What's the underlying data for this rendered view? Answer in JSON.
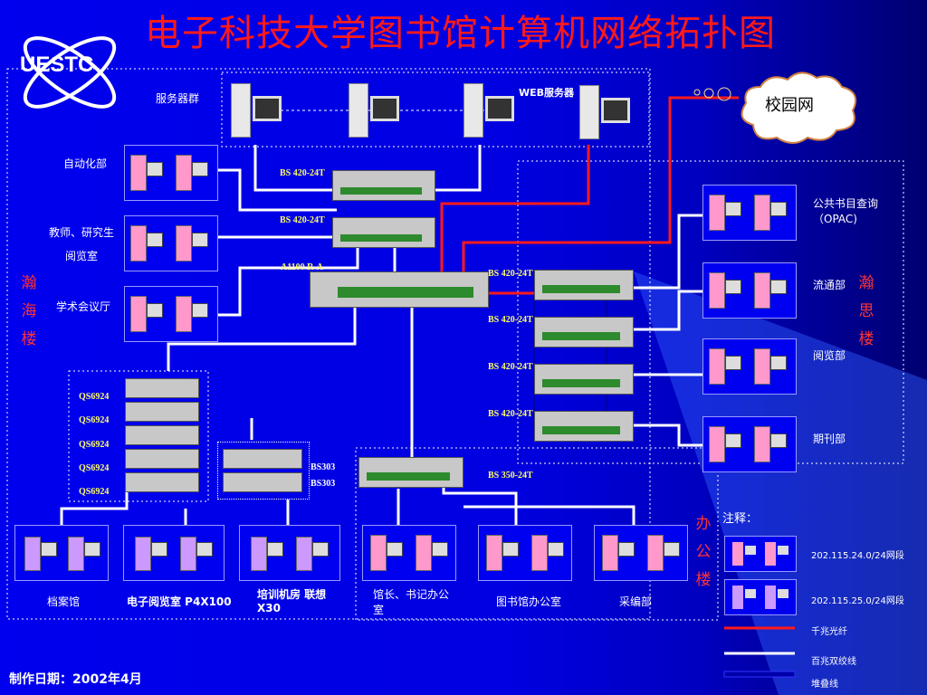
{
  "title": "电子科技大学图书馆计算机网络拓扑图",
  "logo_text": "UESTC",
  "cloud_label": "校园网",
  "groups": {
    "server_group": "服务器群",
    "web_server": "WEB服务器",
    "automation": "自动化部",
    "teacher_line1": "教师、研究生",
    "teacher_line2": "阅览室",
    "academic": "学术会议厅",
    "opac": "公共书目查询（OPAC)",
    "circulation": "流通部",
    "reading": "阅览部",
    "periodicals": "期刊部",
    "archive": "档案馆",
    "e_reading": "电子阅览室 P4X100",
    "training": "培训机房 联想X30",
    "director": "馆长、书记办公室",
    "lib_office": "图书馆办公室",
    "cataloging": "采编部"
  },
  "buildings": {
    "hanhai": [
      "瀚",
      "海",
      "楼"
    ],
    "hansi": [
      "瀚",
      "思",
      "楼"
    ],
    "office": [
      "办",
      "公",
      "楼"
    ]
  },
  "switches": {
    "bs1": "BS 420-24T",
    "bs2": "BS 420-24T",
    "core": "A1100 R-A",
    "r1": "BS 420-24T",
    "r2": "BS 420-24T",
    "r3": "BS 420-24T",
    "r4": "BS 420-24T",
    "bs350": "BS 350-24T",
    "qs": [
      "QS6924",
      "QS6924",
      "QS6924",
      "QS6924",
      "QS6924"
    ],
    "bs303a": "BS303",
    "bs303b": "BS303"
  },
  "legend": {
    "title": "注释：",
    "net1": "202.115.24.0/24网段",
    "net2": "202.115.25.0/24网段",
    "fiber": "千兆光纤",
    "twisted": "百兆双绞线",
    "stack": "堆叠线"
  },
  "footer": "制作日期：2002年4月",
  "colors": {
    "fiber": "#ff1a1a",
    "copper": "#ffffff",
    "stack": "#0000aa",
    "title": "#ff1a1a",
    "building": "#ff3333"
  }
}
